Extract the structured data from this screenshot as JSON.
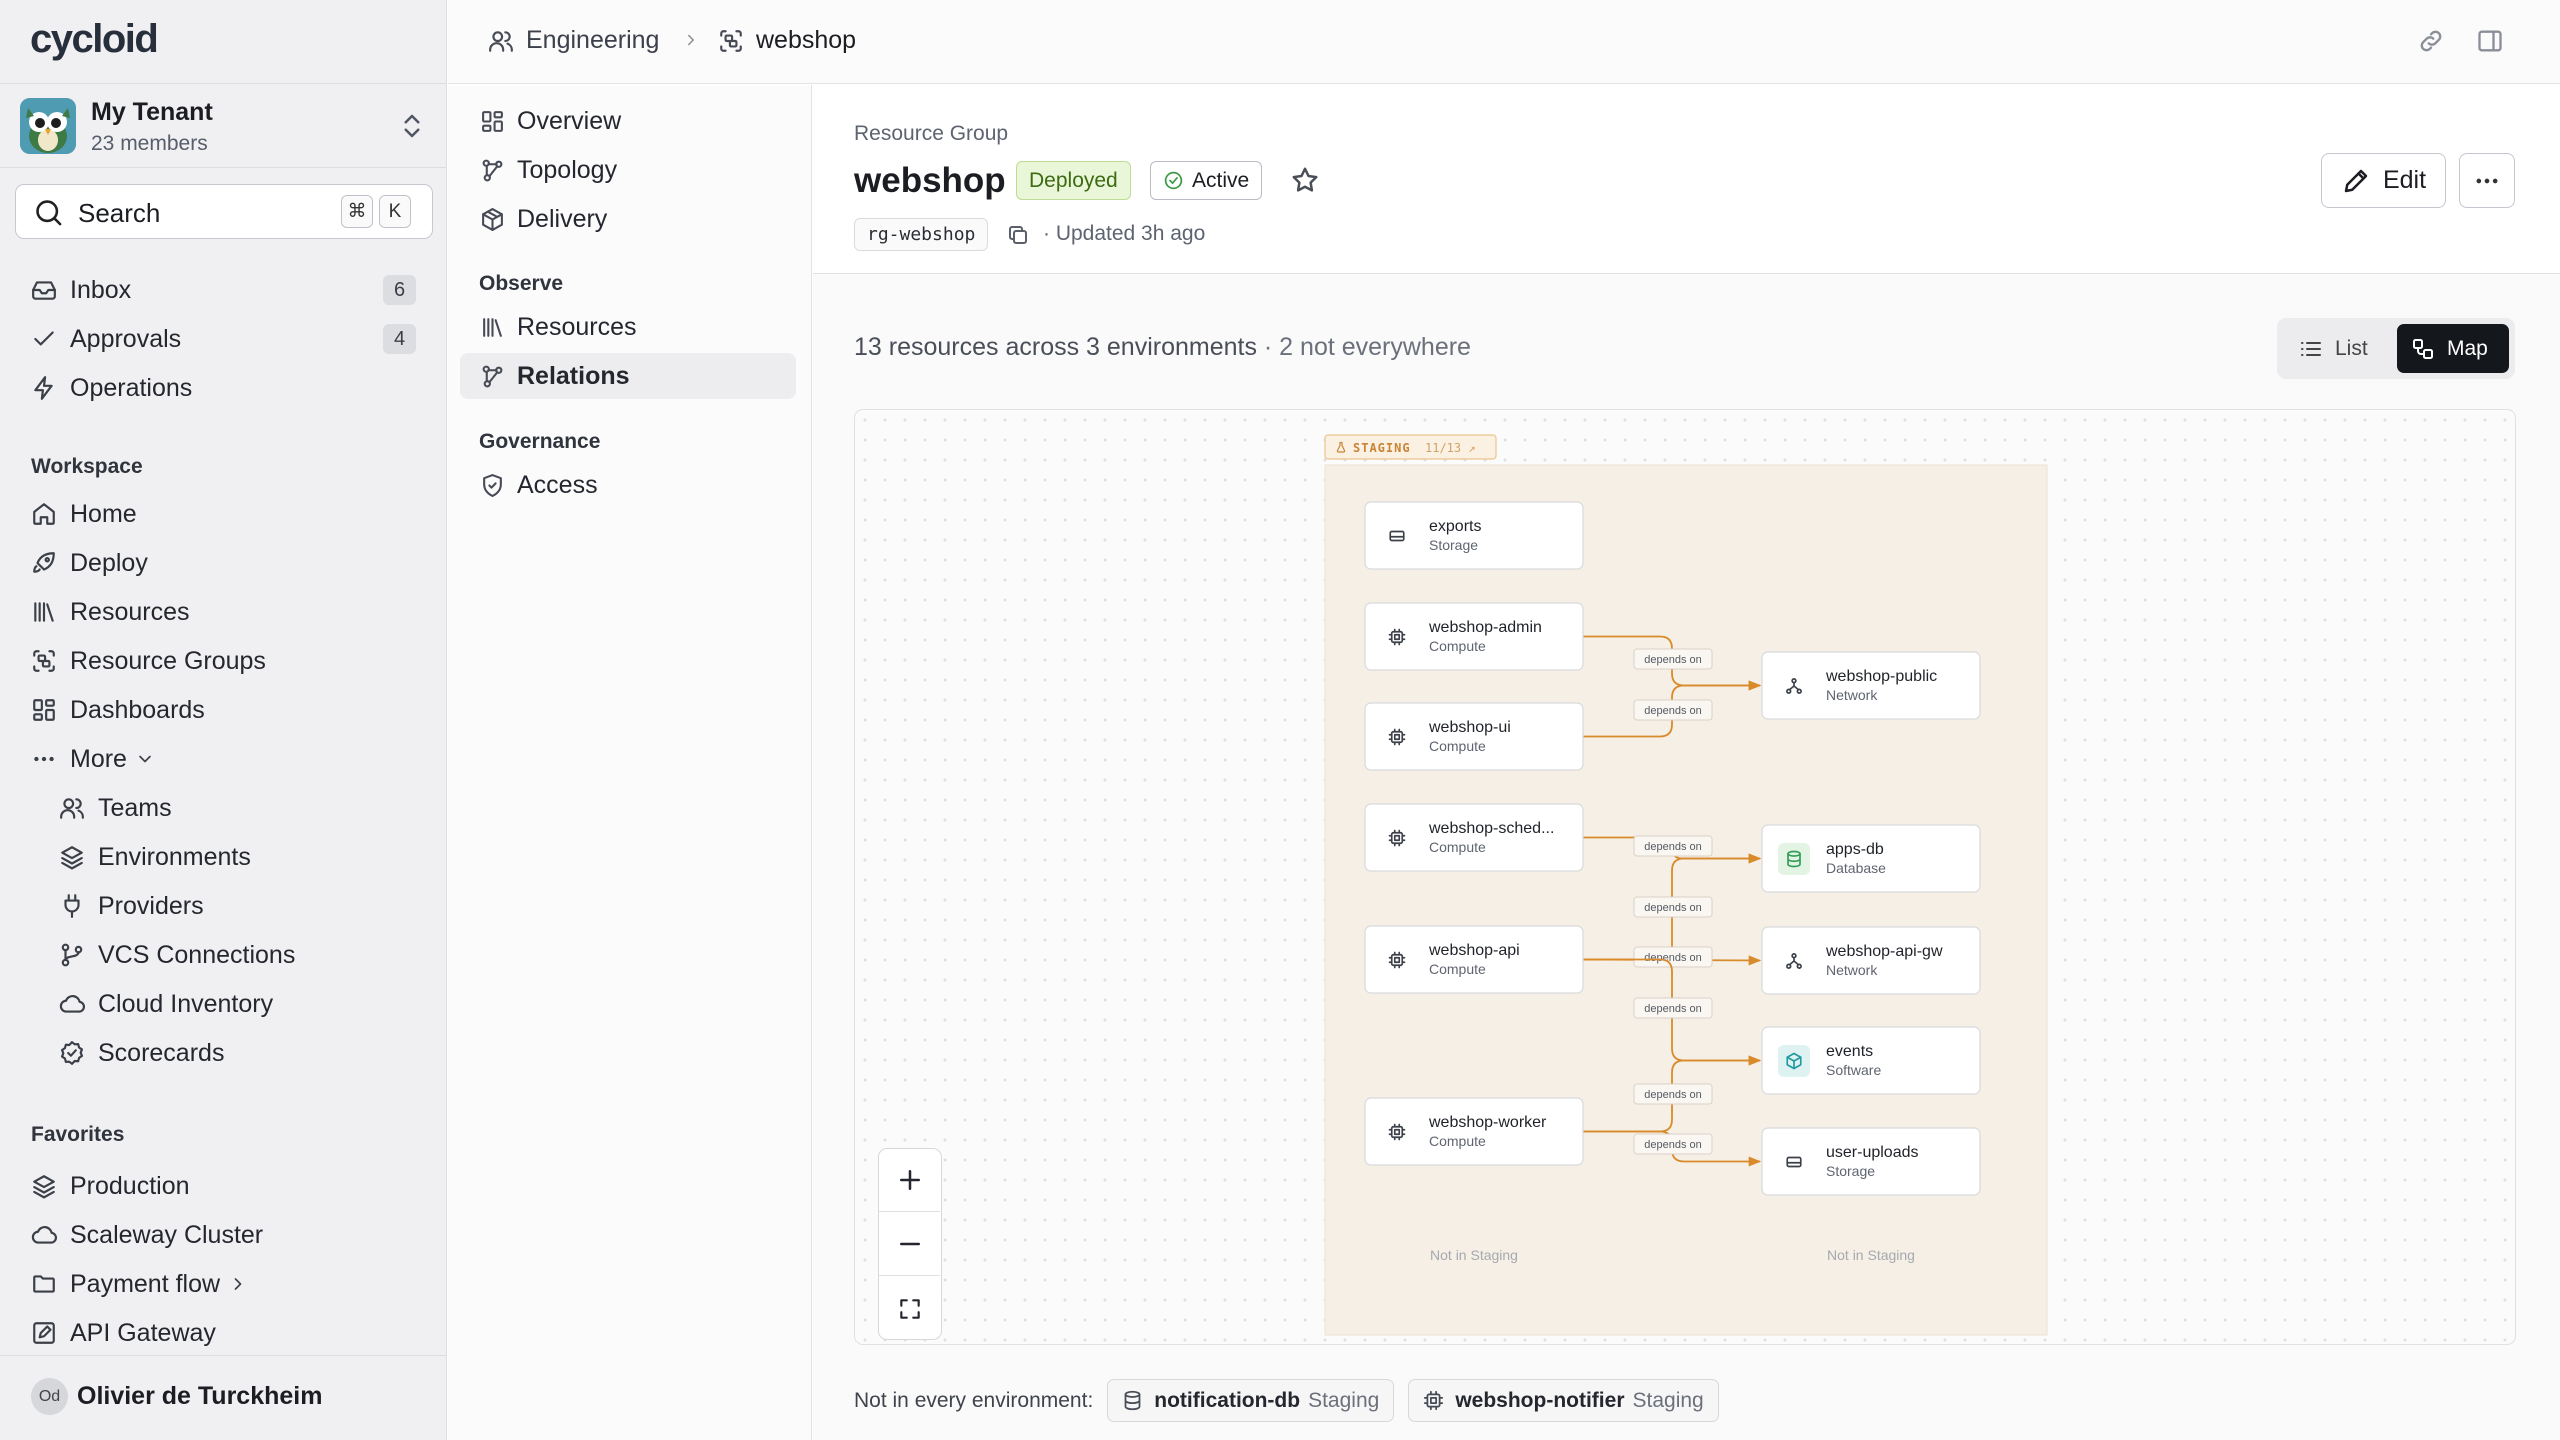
{
  "brand": {
    "logo": "cycloid"
  },
  "tenant": {
    "name": "My Tenant",
    "members": "23 members"
  },
  "search": {
    "label": "Search",
    "shortcut_mod": "⌘",
    "shortcut_key": "K"
  },
  "primary_nav": [
    {
      "label": "Inbox",
      "icon": "inbox-icon",
      "badge": "6"
    },
    {
      "label": "Approvals",
      "icon": "check-icon",
      "badge": "4"
    },
    {
      "label": "Operations",
      "icon": "bolt-icon"
    }
  ],
  "workspace": {
    "label": "Workspace",
    "items": [
      {
        "label": "Home",
        "icon": "home-icon"
      },
      {
        "label": "Deploy",
        "icon": "rocket-icon"
      },
      {
        "label": "Resources",
        "icon": "library-icon"
      },
      {
        "label": "Resource Groups",
        "icon": "group-icon"
      },
      {
        "label": "Dashboards",
        "icon": "dashboard-icon"
      },
      {
        "label": "More",
        "icon": "ellipsis-icon"
      }
    ],
    "more_items": [
      {
        "label": "Teams",
        "icon": "users-icon"
      },
      {
        "label": "Environments",
        "icon": "layers-icon"
      },
      {
        "label": "Providers",
        "icon": "plug-icon"
      },
      {
        "label": "VCS Connections",
        "icon": "git-branch-icon"
      },
      {
        "label": "Cloud Inventory",
        "icon": "cloud-icon"
      },
      {
        "label": "Scorecards",
        "icon": "badge-check-icon"
      }
    ]
  },
  "favorites": {
    "label": "Favorites",
    "items": [
      {
        "label": "Production",
        "icon": "layers-icon"
      },
      {
        "label": "Scaleway Cluster",
        "icon": "cloud-icon"
      },
      {
        "label": "Payment flow",
        "icon": "folder-icon"
      },
      {
        "label": "API Gateway",
        "icon": "square-pen-icon"
      }
    ]
  },
  "user": {
    "initials": "Od",
    "name": "Olivier de Turckheim"
  },
  "breadcrumb": [
    {
      "label": "Engineering",
      "icon": "users-icon"
    },
    {
      "label": "webshop",
      "icon": "group-icon"
    }
  ],
  "subnav": {
    "top": [
      {
        "label": "Overview",
        "icon": "dashboard-icon"
      },
      {
        "label": "Topology",
        "icon": "topology-icon"
      },
      {
        "label": "Delivery",
        "icon": "package-icon"
      }
    ],
    "observe_label": "Observe",
    "observe": [
      {
        "label": "Resources",
        "icon": "library-icon"
      },
      {
        "label": "Relations",
        "icon": "topology-icon",
        "active": true
      }
    ],
    "governance_label": "Governance",
    "governance": [
      {
        "label": "Access",
        "icon": "shield-check-icon"
      }
    ]
  },
  "header": {
    "type_label": "Resource Group",
    "title": "webshop",
    "status_deployed": "Deployed",
    "status_active": "Active",
    "id": "rg-webshop",
    "updated": "·  Updated 3h ago",
    "edit_label": "Edit"
  },
  "summary": {
    "main": "13 resources across 3 environments",
    "extra": " · 2 not everywhere"
  },
  "view_toggle": {
    "list": "List",
    "map": "Map",
    "selected": "Map"
  },
  "map": {
    "environment": {
      "label": "STAGING",
      "count": "11/13"
    },
    "nodes": [
      {
        "id": "exports",
        "name": "exports",
        "type": "Storage",
        "icon": "storage-icon"
      },
      {
        "id": "admin",
        "name": "webshop-admin",
        "type": "Compute",
        "icon": "cpu-icon"
      },
      {
        "id": "ui",
        "name": "webshop-ui",
        "type": "Compute",
        "icon": "cpu-icon"
      },
      {
        "id": "sched",
        "name": "webshop-sched...",
        "type": "Compute",
        "icon": "cpu-icon"
      },
      {
        "id": "api",
        "name": "webshop-api",
        "type": "Compute",
        "icon": "cpu-icon"
      },
      {
        "id": "worker",
        "name": "webshop-worker",
        "type": "Compute",
        "icon": "cpu-icon"
      },
      {
        "id": "public",
        "name": "webshop-public",
        "type": "Network",
        "icon": "network-icon"
      },
      {
        "id": "db",
        "name": "apps-db",
        "type": "Database",
        "icon": "database-icon"
      },
      {
        "id": "apigw",
        "name": "webshop-api-gw",
        "type": "Network",
        "icon": "network-icon"
      },
      {
        "id": "events",
        "name": "events",
        "type": "Software",
        "icon": "package-icon"
      },
      {
        "id": "uploads",
        "name": "user-uploads",
        "type": "Storage",
        "icon": "storage-icon"
      }
    ],
    "edges": [
      {
        "from": "admin",
        "to": "public",
        "label": "depends on"
      },
      {
        "from": "ui",
        "to": "public",
        "label": "depends on"
      },
      {
        "from": "sched",
        "to": "db",
        "label": "depends on"
      },
      {
        "from": "api",
        "to": "db",
        "label": "depends on"
      },
      {
        "from": "api",
        "to": "apigw",
        "label": "depends on"
      },
      {
        "from": "api",
        "to": "events",
        "label": "depends on"
      },
      {
        "from": "worker",
        "to": "events",
        "label": "depends on"
      },
      {
        "from": "worker",
        "to": "uploads",
        "label": "depends on"
      }
    ],
    "missing_labels": [
      "Not in Staging",
      "Not in Staging"
    ],
    "colors": {
      "edge": "#d98a2b",
      "env_bg": "#f6efe5",
      "env_border": "#ebc48e",
      "env_text": "#c98437"
    }
  },
  "not_everywhere": {
    "label": "Not in every environment:",
    "items": [
      {
        "name": "notification-db",
        "env": "Staging",
        "icon": "database-icon"
      },
      {
        "name": "webshop-notifier",
        "env": "Staging",
        "icon": "cpu-icon"
      }
    ]
  }
}
